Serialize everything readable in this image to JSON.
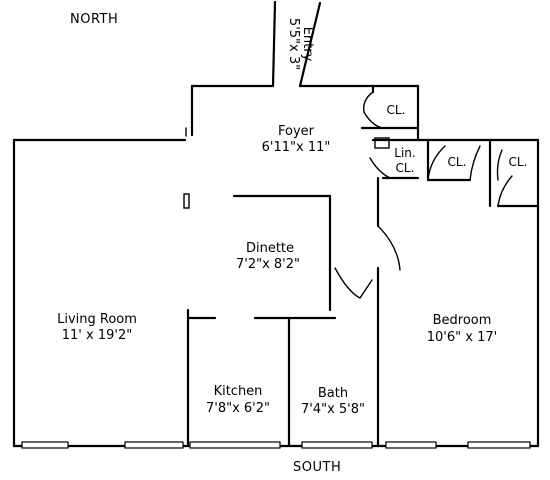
{
  "compass": {
    "north": "NORTH",
    "south": "SOUTH"
  },
  "rooms": {
    "entry": {
      "name": "Entry",
      "dims": "5'5\"x 3\""
    },
    "foyer": {
      "name": "Foyer",
      "dims": "6'11\"x 11\""
    },
    "closet_foyer": {
      "name": "CL."
    },
    "linen": {
      "name": "Lin.",
      "sub": "CL."
    },
    "closet_hall": {
      "name": "CL."
    },
    "closet_bedroom": {
      "name": "CL."
    },
    "dinette": {
      "name": "Dinette",
      "dims": "7'2\"x 8'2\""
    },
    "living": {
      "name": "Living Room",
      "dims": "11' x 19'2\""
    },
    "bedroom": {
      "name": "Bedroom",
      "dims": "10'6\" x 17'"
    },
    "kitchen": {
      "name": "Kitchen",
      "dims": "7'8\"x 6'2\""
    },
    "bath": {
      "name": "Bath",
      "dims": "7'4\"x 5'8\""
    }
  }
}
